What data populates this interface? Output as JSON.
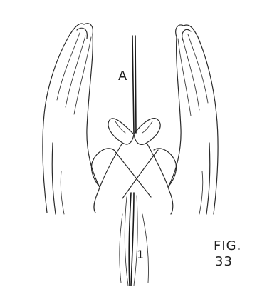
{
  "labels": {
    "string_top": "A",
    "string_bottom": "1",
    "caption_line1": "FIG.",
    "caption_line2": "33"
  },
  "colors": {
    "ink": "#2a2a2a",
    "paper": "#ffffff"
  }
}
